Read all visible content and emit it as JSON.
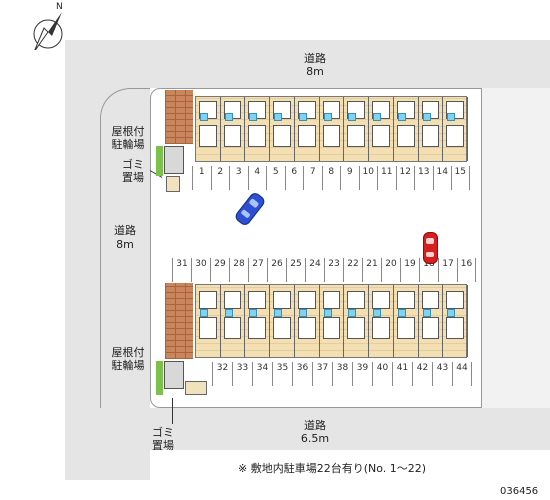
{
  "labels": {
    "road_top": "道路",
    "road_top_width": "8m",
    "road_left": "道路",
    "road_left_width": "8m",
    "road_bottom": "道路",
    "road_bottom_width": "6.5m",
    "bike_top_1": "屋根付",
    "bike_top_2": "駐輪場",
    "garbage_top_1": "ゴミ",
    "garbage_top_2": "置場",
    "bike_bottom_1": "屋根付",
    "bike_bottom_2": "駐輪場",
    "garbage_bottom_1": "ゴミ",
    "garbage_bottom_2": "置場",
    "note": "※ 敷地内駐車場22台有り(No. 1～22)",
    "code": "036456",
    "north_symbol": "N"
  },
  "spaces": {
    "top_row": [
      "1",
      "2",
      "3",
      "4",
      "5",
      "6",
      "7",
      "8",
      "9",
      "10",
      "11",
      "12",
      "13",
      "14",
      "15"
    ],
    "middle_row": [
      "31",
      "30",
      "29",
      "28",
      "27",
      "26",
      "25",
      "24",
      "23",
      "22",
      "21",
      "20",
      "19",
      "18",
      "17",
      "16"
    ],
    "bottom_row": [
      "32",
      "33",
      "34",
      "35",
      "36",
      "37",
      "38",
      "39",
      "40",
      "41",
      "42",
      "43",
      "44"
    ]
  },
  "colors": {
    "road": "#e5e5e5",
    "building": "#f3dfb1",
    "brick": "#c9855c",
    "car_blue": "#2d4fd0",
    "car_red": "#d42020",
    "greenery": "#7cc24a"
  }
}
